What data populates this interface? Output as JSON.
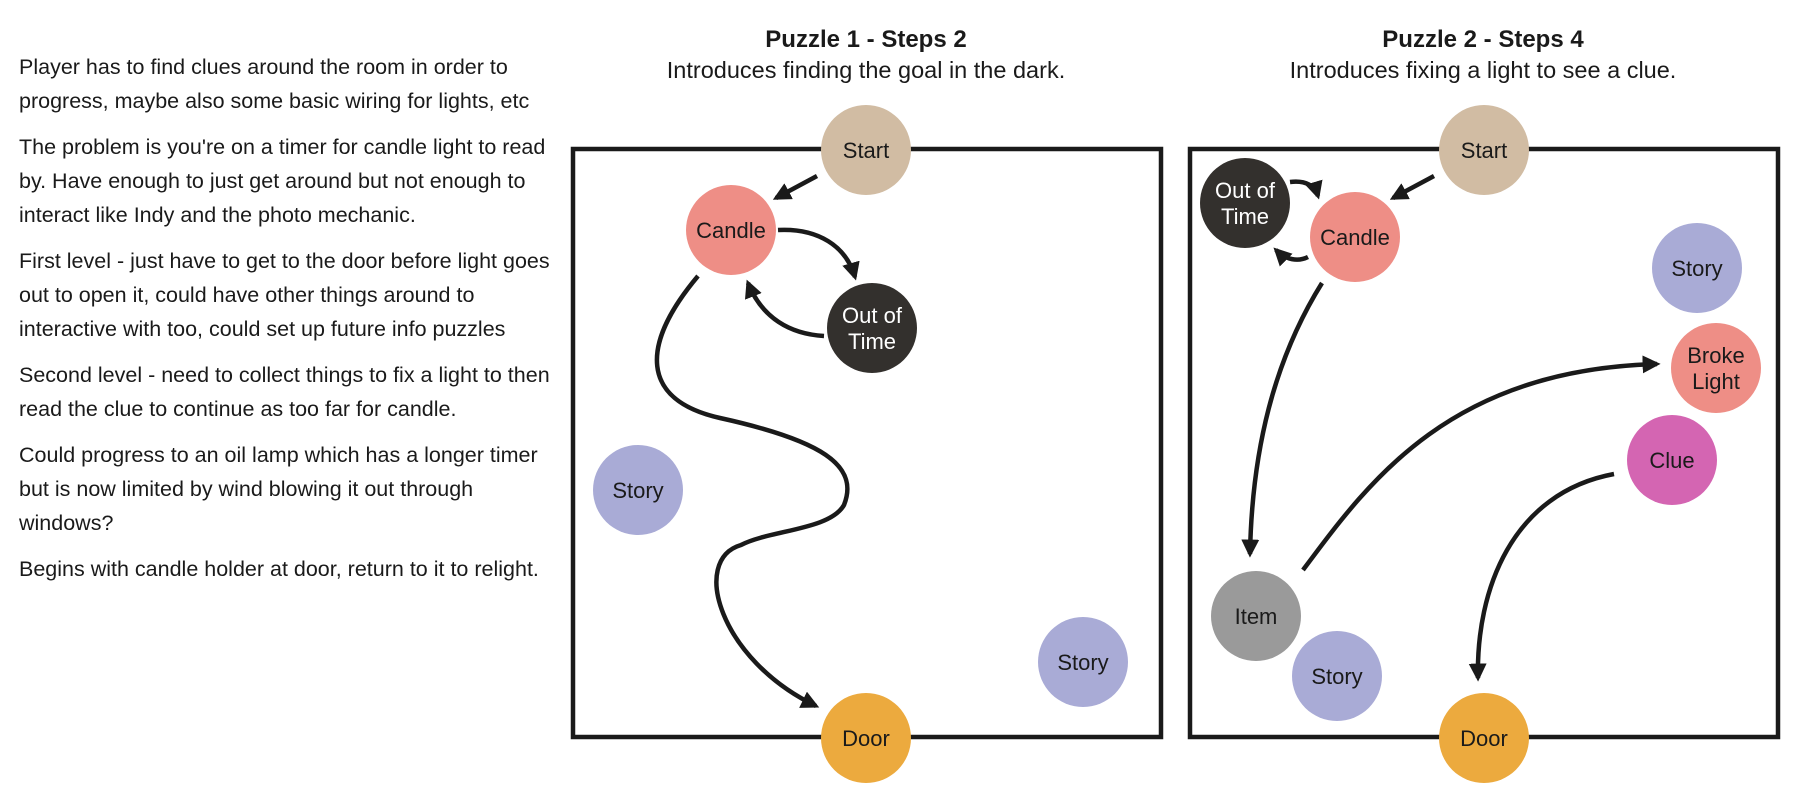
{
  "notes": [
    "Player has to find clues around the room in order to progress, maybe also some basic wiring for lights, etc",
    "The problem is you're on a timer for candle light to read by. Have enough to just get around but not enough to interact like Indy and the photo mechanic.",
    "First level - just have to get to the door before light goes out to open it, could have other things around to interactive with too, could set up future info puzzles",
    "Second level - need to collect things to fix a light to then read the clue to continue as too far for candle.",
    "Could progress to an oil lamp which has a longer timer but is now limited by wind blowing it out through windows?",
    "Begins with candle holder at door, return to it to relight."
  ],
  "colors": {
    "start": "#d1bca3",
    "candle": "#ee8e86",
    "out_of_time": "#33302d",
    "story": "#a9abd6",
    "door": "#ecaa3e",
    "item": "#9a9a9a",
    "clue": "#d465b2",
    "broke_light": "#ee8e86"
  },
  "puzzles": [
    {
      "title": "Puzzle 1 - Steps 2",
      "subtitle": "Introduces finding the goal in the dark.",
      "nodes": [
        {
          "id": "start",
          "label": [
            "Start"
          ],
          "color": "#d1bca3"
        },
        {
          "id": "candle",
          "label": [
            "Candle"
          ],
          "color": "#ee8e86"
        },
        {
          "id": "out_of_time",
          "label": [
            "Out of",
            "Time"
          ],
          "color": "#33302d",
          "text_color": "#ffffff"
        },
        {
          "id": "story_a",
          "label": [
            "Story"
          ],
          "color": "#a9abd6"
        },
        {
          "id": "story_b",
          "label": [
            "Story"
          ],
          "color": "#a9abd6"
        },
        {
          "id": "door",
          "label": [
            "Door"
          ],
          "color": "#ecaa3e"
        }
      ],
      "edges": [
        {
          "from": "start",
          "to": "candle"
        },
        {
          "from": "candle",
          "to": "out_of_time"
        },
        {
          "from": "out_of_time",
          "to": "candle"
        },
        {
          "from": "candle",
          "to": "door"
        }
      ]
    },
    {
      "title": "Puzzle 2 - Steps 4",
      "subtitle": "Introduces fixing a light to see a clue.",
      "nodes": [
        {
          "id": "start",
          "label": [
            "Start"
          ],
          "color": "#d1bca3"
        },
        {
          "id": "out_of_time",
          "label": [
            "Out of",
            "Time"
          ],
          "color": "#33302d",
          "text_color": "#ffffff"
        },
        {
          "id": "candle",
          "label": [
            "Candle"
          ],
          "color": "#ee8e86"
        },
        {
          "id": "story_a",
          "label": [
            "Story"
          ],
          "color": "#a9abd6"
        },
        {
          "id": "broke_light",
          "label": [
            "Broke",
            "Light"
          ],
          "color": "#ee8e86"
        },
        {
          "id": "clue",
          "label": [
            "Clue"
          ],
          "color": "#d465b2"
        },
        {
          "id": "item",
          "label": [
            "Item"
          ],
          "color": "#9a9a9a"
        },
        {
          "id": "story_b",
          "label": [
            "Story"
          ],
          "color": "#a9abd6"
        },
        {
          "id": "door",
          "label": [
            "Door"
          ],
          "color": "#ecaa3e"
        }
      ],
      "edges": [
        {
          "from": "start",
          "to": "candle"
        },
        {
          "from": "out_of_time",
          "to": "candle"
        },
        {
          "from": "candle",
          "to": "out_of_time"
        },
        {
          "from": "candle",
          "to": "item"
        },
        {
          "from": "item",
          "to": "broke_light"
        },
        {
          "from": "clue",
          "to": "door"
        }
      ]
    }
  ]
}
